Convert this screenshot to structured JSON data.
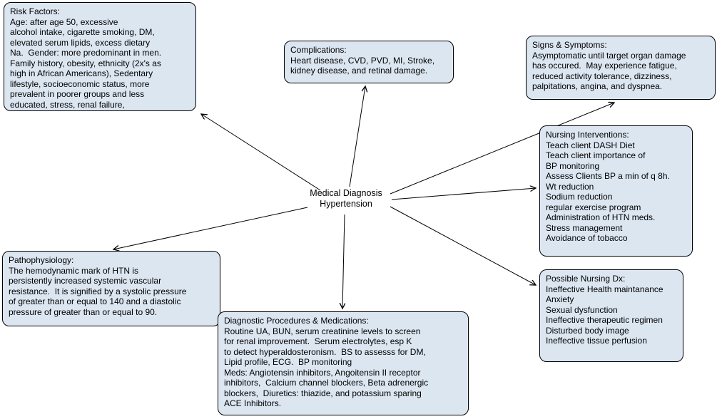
{
  "diagram": {
    "center": {
      "label": "Medical Diagnosis\nHypertension"
    },
    "nodes": {
      "risk_factors": {
        "title": "Risk Factors:",
        "body": "Age: after age 50, excessive\nalcohol intake, cigarette smoking, DM,\nelevated serum lipids, excess dietary\nNa.  Gender: more predominant in men.\nFamily history, obesity, ethnicity (2x's as\nhigh in African Americans), Sedentary\nlifestyle, socioeconomic status, more\nprevalent in poorer groups and less\neducated, stress, renal failure,"
      },
      "complications": {
        "title": "Complications:",
        "body": "Heart disease, CVD, PVD, MI, Stroke,\nkidney disease, and retinal damage."
      },
      "signs_symptoms": {
        "title": "Signs & Symptoms:",
        "body": "Asymptomatic until target organ damage\nhas occured.  May experience fatigue,\nreduced activity tolerance, dizziness,\npalpitations, angina, and dyspnea."
      },
      "nursing_interventions": {
        "title": "Nursing Interventions:",
        "body": "Teach client DASH Diet\nTeach client importance of\nBP monitoring\nAssess Clients BP a min of q 8h.\nWt reduction\nSodium reduction\nregular exercise program\nAdministration of HTN meds.\nStress management\nAvoidance of tobacco"
      },
      "possible_nursing_dx": {
        "title": "Possible Nursing Dx:",
        "body": "Ineffective Health maintanance\nAnxiety\nSexual dysfunction\nIneffective therapeutic regimen\nDisturbed body image\nIneffective tissue perfusion"
      },
      "pathophysiology": {
        "title": "Pathophysiology:",
        "body": "The hemodynamic mark of HTN is\npersistently increased systemic vascular\nresistance.  It is signified by a systolic pressure\nof greater than or equal to 140 and a diastolic\npressure of greater than or equal to 90."
      },
      "diagnostics": {
        "title": "Diagnostic Procedures & Medications:",
        "body": "Routine UA, BUN, serum creatinine levels to screen\nfor renal improvement.  Serum electrolytes, esp K\nto detect hyperaldosteronism.  BS to assesss for DM,\nLipid profile, ECG.  BP monitoring\nMeds: Angiotensin inhibitors, Angoitensin II receptor\ninhibitors,  Calcium channel blockers, Beta adrenergic\nblockers,  Diuretics: thiazide, and potassium sparing\nACE Inhibitors."
      }
    },
    "connections": [
      {
        "from": "center",
        "to": "risk_factors"
      },
      {
        "from": "center",
        "to": "complications"
      },
      {
        "from": "center",
        "to": "signs_symptoms"
      },
      {
        "from": "center",
        "to": "nursing_interventions"
      },
      {
        "from": "center",
        "to": "possible_nursing_dx"
      },
      {
        "from": "center",
        "to": "pathophysiology"
      },
      {
        "from": "center",
        "to": "diagnostics"
      }
    ],
    "colors": {
      "node_fill": "#dce6f1",
      "node_border": "#000000",
      "arrow": "#000000",
      "background": "#ffffff"
    }
  }
}
